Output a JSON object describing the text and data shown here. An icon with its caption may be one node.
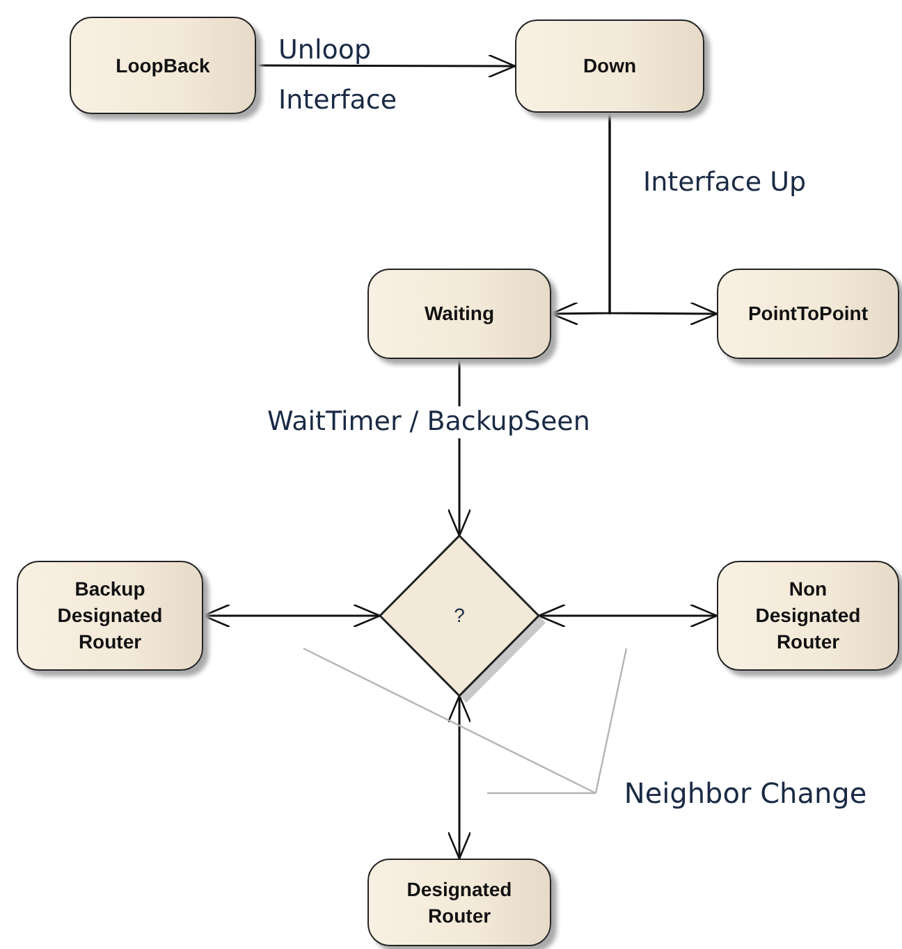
{
  "diagram": {
    "nodes": [
      {
        "text": [
          "LoopBack"
        ]
      },
      {
        "text": [
          "Down"
        ]
      },
      {
        "text": [
          "Waiting"
        ]
      },
      {
        "text": [
          "PointToPoint"
        ]
      },
      {
        "text": [
          "?"
        ]
      },
      {
        "text": [
          "Backup Designated Router"
        ]
      },
      {
        "text": [
          "Non Designated Router"
        ]
      },
      {
        "text": [
          "Designated Router"
        ]
      },
      {
        "text": [
          "Neighbor Change"
        ]
      }
    ],
    "edges": [
      {
        "from": 0,
        "to": 1,
        "arrow": "to",
        "label": "Unloop Interface"
      },
      {
        "from": 1,
        "to": 2,
        "arrow": "to",
        "label": "Interface Up"
      },
      {
        "from": 1,
        "to": 3,
        "arrow": "to"
      },
      {
        "from": 2,
        "to": 4,
        "arrow": "to",
        "label": "WaitTimer / BackupSeen"
      },
      {
        "from": 4,
        "to": 5,
        "arrow": "both"
      },
      {
        "from": 4,
        "to": 6,
        "arrow": "both"
      },
      {
        "from": 4,
        "to": 7,
        "arrow": "both"
      },
      {
        "from": 8,
        "to": null,
        "arrow": "none",
        "color": "#b4b4b4"
      },
      {
        "from": 8,
        "to": null,
        "arrow": "none",
        "color": "#b4b4b4"
      },
      {
        "from": 8,
        "to": null,
        "arrow": "none",
        "color": "#b4b4b4"
      }
    ]
  }
}
